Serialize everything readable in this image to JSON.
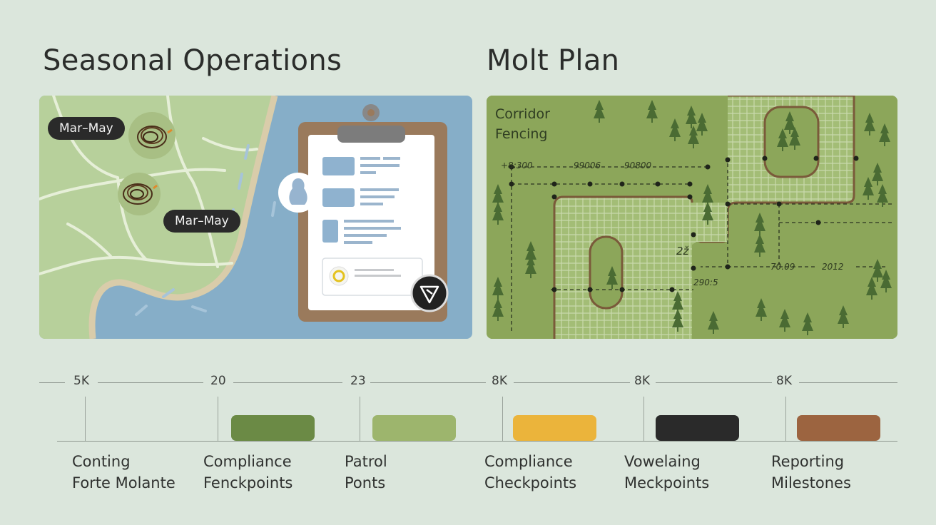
{
  "titles": {
    "left": "Seasonal Operations",
    "right": "Molt Plan"
  },
  "map": {
    "pills": [
      "Mar–May",
      "Mar–May"
    ]
  },
  "plan": {
    "label_line1": "Corridor",
    "label_line2": "Fencing",
    "dims": {
      "a": "+8:300",
      "b": "99006",
      "c": "90800",
      "d": "2ž",
      "e": "70.09",
      "f": "2012",
      "g": "290:5"
    }
  },
  "colors": {
    "background": "#dbe6dc",
    "water": "#86aec8",
    "land": "#b7d09b",
    "plan_green": "#8ca65a"
  },
  "timeline": {
    "items": [
      {
        "value": "5K",
        "line1": "Conting",
        "line2": "Forte Molante",
        "color": ""
      },
      {
        "value": "20",
        "line1": "Compliance",
        "line2": "Fenckpoints",
        "color": "#6b8a45"
      },
      {
        "value": "23",
        "line1": "Patrol",
        "line2": "Ponts",
        "color": "#9db56d"
      },
      {
        "value": "8K",
        "line1": "Compliance",
        "line2": "Checkpoints",
        "color": "#ebb43b"
      },
      {
        "value": "8K",
        "line1": "Vowelaing",
        "line2": "Meckpoints",
        "color": "#2a2a2a"
      },
      {
        "value": "8K",
        "line1": "Reporting",
        "line2": "Milestones",
        "color": "#9c6440"
      }
    ]
  }
}
